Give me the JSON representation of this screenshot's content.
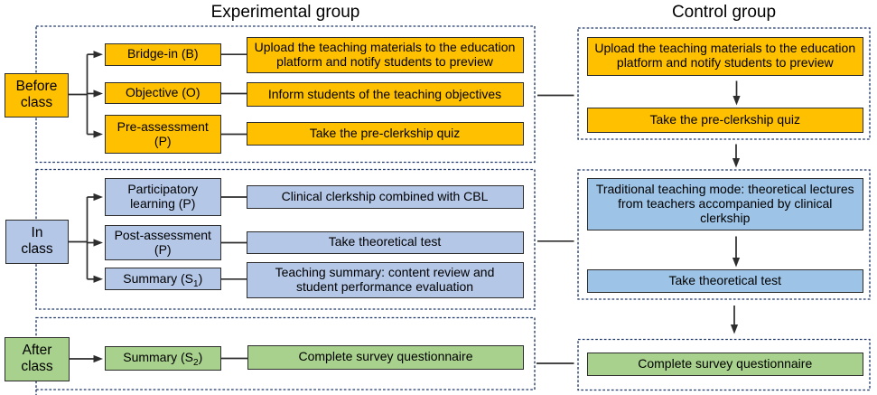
{
  "titles": {
    "experimental": "Experimental group",
    "control": "Control group"
  },
  "colors": {
    "phase_before": "#FFC000",
    "phase_in_experimental": "#B4C7E7",
    "phase_in_control": "#9DC3E6",
    "phase_after": "#A9D18E",
    "box_border": "#2d2d2d",
    "dashed_frame": "#20386b",
    "connector": "#2d2d2d",
    "text": "#000000"
  },
  "experimental": {
    "phases": [
      {
        "label": "Before class",
        "stages": [
          {
            "name": "Bridge-in (B)",
            "action": "Upload the teaching materials to the education platform and notify students to preview"
          },
          {
            "name": "Objective (O)",
            "action": "Inform students of the teaching objectives"
          },
          {
            "name": "Pre-assessment (P)",
            "action": "Take the pre-clerkship quiz"
          }
        ]
      },
      {
        "label": "In class",
        "stages": [
          {
            "name": "Participatory learning (P)",
            "action": "Clinical clerkship combined with CBL"
          },
          {
            "name": "Post-assessment (P)",
            "action": "Take theoretical test"
          },
          {
            "name_pre": "Summary (S",
            "name_sub": "1",
            "name_post": ")",
            "action": "Teaching summary: content review and student performance evaluation"
          }
        ]
      },
      {
        "label": "After class",
        "stages": [
          {
            "name_pre": "Summary (S",
            "name_sub": "2",
            "name_post": ")",
            "action": "Complete survey questionnaire"
          }
        ]
      }
    ]
  },
  "control": {
    "phases": [
      {
        "steps": [
          "Upload the teaching materials to the education platform and notify students to preview",
          "Take the pre-clerkship quiz"
        ]
      },
      {
        "steps": [
          "Traditional teaching mode: theoretical lectures from teachers accompanied by clinical clerkship",
          "Take theoretical test"
        ]
      },
      {
        "steps": [
          "Complete survey questionnaire"
        ]
      }
    ]
  }
}
